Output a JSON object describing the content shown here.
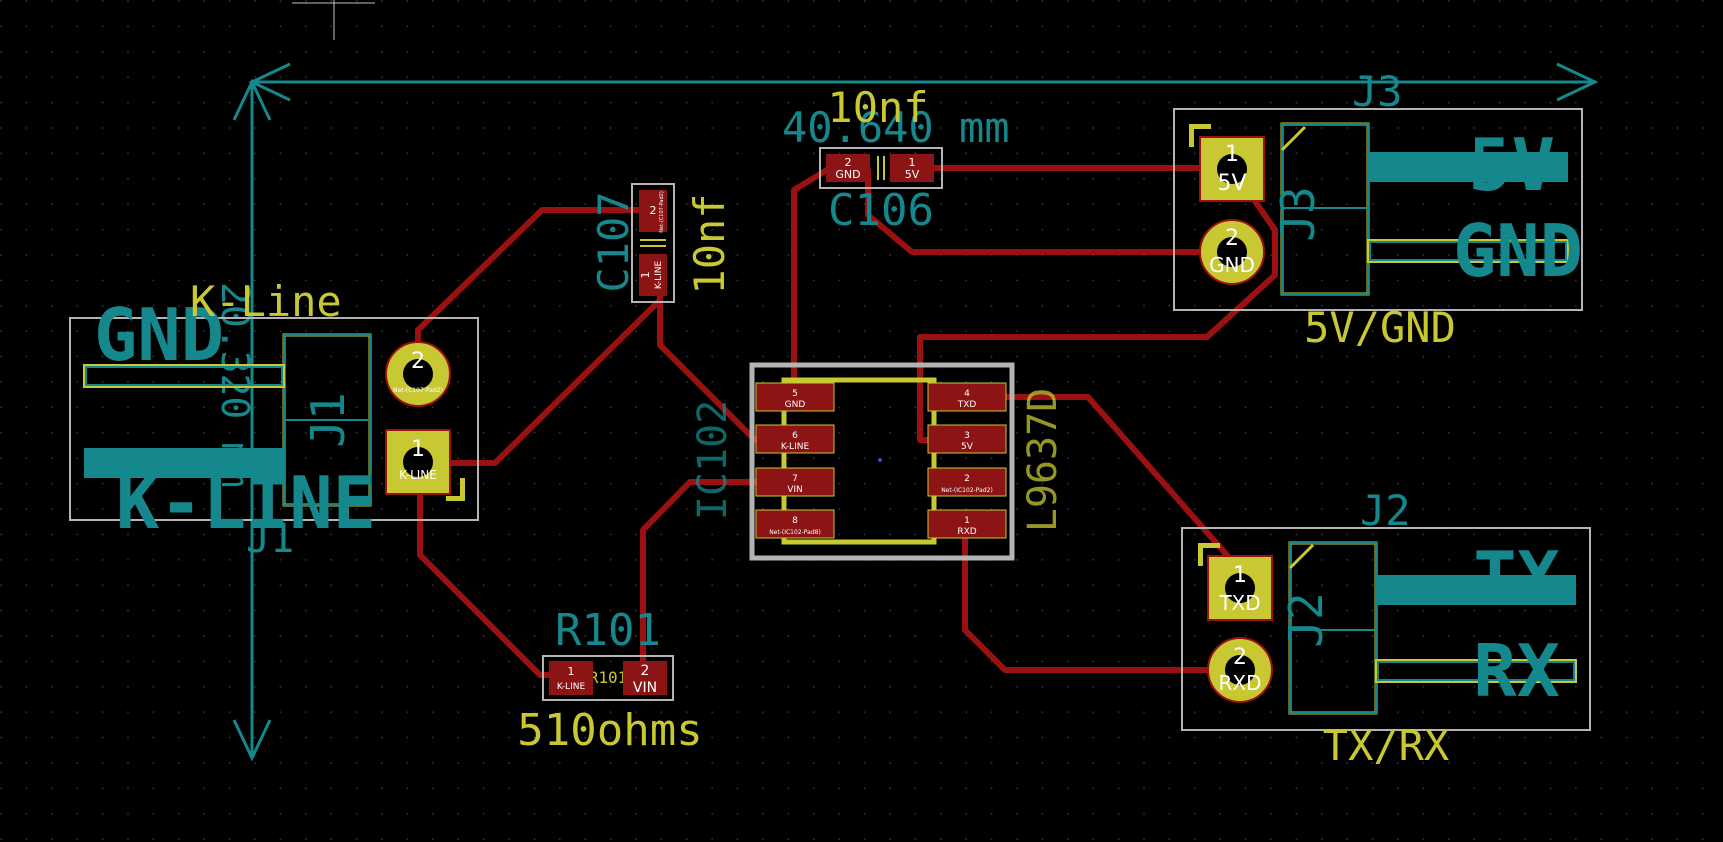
{
  "dimensions": {
    "horizontal": "40.640 mm",
    "vertical": "20.320 mm"
  },
  "components": {
    "j1": {
      "ref": "J1",
      "value": "K-Line",
      "fab_ref": "J1",
      "label_top": "GND",
      "label_bottom": "K-LINE",
      "pads": [
        {
          "num": "2",
          "net": "Net-(C107-Pad2)"
        },
        {
          "num": "1",
          "net": "K-LINE"
        }
      ]
    },
    "j2": {
      "ref": "J2",
      "value": "TX/RX",
      "fab_ref": "J2",
      "label_top": "TX",
      "label_bottom": "RX",
      "pads": [
        {
          "num": "1",
          "net": "TXD"
        },
        {
          "num": "2",
          "net": "RXD"
        }
      ]
    },
    "j3": {
      "ref": "J3",
      "value": "5V/GND",
      "fab_ref": "J3",
      "label_top": "5V",
      "label_bottom": "GND",
      "pads": [
        {
          "num": "1",
          "net": "5V"
        },
        {
          "num": "2",
          "net": "GND"
        }
      ]
    },
    "c106": {
      "ref": "C106",
      "value": "10nf",
      "pads": [
        {
          "num": "2",
          "net": "GND"
        },
        {
          "num": "1",
          "net": "5V"
        }
      ]
    },
    "c107": {
      "ref": "C107",
      "value": "10nf",
      "pads": [
        {
          "num": "2",
          "net": "Net-(C107-Pad2)"
        },
        {
          "num": "1",
          "net": "K-LINE"
        }
      ]
    },
    "r101": {
      "ref": "R101",
      "value": "510ohms",
      "fab_ref": "R101",
      "pads": [
        {
          "num": "1",
          "net": "K-LINE"
        },
        {
          "num": "2",
          "net": "VIN"
        }
      ]
    },
    "ic102": {
      "ref": "IC102",
      "value": "L9637D",
      "pads_left": [
        {
          "num": "5",
          "net": "GND"
        },
        {
          "num": "6",
          "net": "K-LINE"
        },
        {
          "num": "7",
          "net": "VIN"
        },
        {
          "num": "8",
          "net": "Net-(IC102-Pad8)"
        }
      ],
      "pads_right": [
        {
          "num": "4",
          "net": "TXD"
        },
        {
          "num": "3",
          "net": "5V"
        },
        {
          "num": "2",
          "net": "Net-(IC102-Pad2)"
        },
        {
          "num": "1",
          "net": "RXD"
        }
      ]
    }
  },
  "colors": {
    "background": "#000000",
    "copper_track": "#9b1010",
    "smd_pad": "#8c1414",
    "tht_pad": "#c8c832",
    "silkscreen": "#c8c832",
    "fab_layer": "#14888c",
    "courtyard": "#b4b4b4"
  }
}
